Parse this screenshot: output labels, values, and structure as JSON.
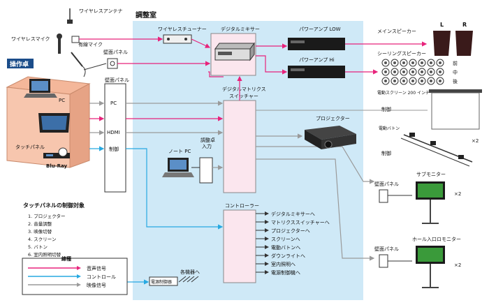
{
  "control_room": {
    "title": "調整室"
  },
  "operation_desk": {
    "title": "操作卓",
    "pc": "PC",
    "touch_panel": "タッチパネル",
    "bluray": "Blu-Ray"
  },
  "sources": {
    "wireless_antenna": "ワイヤレスアンテナ",
    "wireless_mic": "ワイヤレスマイク",
    "wired_mic": "有線マイク",
    "wall_panel_1": "壁面パネル",
    "wall_panel_2": "壁面パネル"
  },
  "wall_panel_column": {
    "pc": "PC",
    "hdmi": "HDMI",
    "control": "制御"
  },
  "equipment": {
    "wireless_tuner": "ワイヤレスチューナー",
    "digital_mixer": "デジタルミキサー",
    "power_amp_low": "パワーアンプ LOW",
    "power_amp_hi": "パワーアンプ Hi",
    "matrix_switcher": [
      "デジタルマトリクス",
      "スイッチャー"
    ],
    "projector": "プロジェクター",
    "notebook_pc": "ノート PC",
    "desk_input": [
      "調整卓",
      "入力"
    ],
    "controller": "コントローラー",
    "power_controller": "電源制御器",
    "to_devices": "各機器へ"
  },
  "controller_outputs": [
    "デジタルミキサーへ",
    "マトリクススイッチャーへ",
    "プロジェクターへ",
    "スクリーンへ",
    "電動バトンへ",
    "ダウンライトへ",
    "室内照明へ",
    "電源制御機へ"
  ],
  "hall": {
    "main_speaker": "メインスピーカー",
    "left": "L",
    "right": "R",
    "ceiling_speaker": "シーリングスピーカー",
    "front": "前",
    "middle": "中",
    "rear": "後",
    "screen": "電動スクリーン 200 インチ",
    "control_1": "制御",
    "baton": "電動バトン",
    "x2_baton": "×2",
    "control_2": "制御",
    "sub_monitor": "サブモニター",
    "wall_panel_sub": "壁面パネル",
    "x2_sub": "×2",
    "lobby_monitor": "ホール入口ロモニター",
    "wall_panel_lobby": "壁面パネル",
    "x2_lobby": "×2"
  },
  "touch_panel_targets": {
    "title": "タッチパネルの制御対象",
    "items": [
      "1. プロジェクター",
      "2. 音量調整",
      "3. 映像切替",
      "4. スクリーン",
      "5. バトン",
      "6. 室内照明切替"
    ]
  },
  "legend": {
    "title": "線種",
    "items": [
      {
        "label": "音声信号",
        "color": "#e8237b"
      },
      {
        "label": "コントロール",
        "color": "#27a9e1"
      },
      {
        "label": "映像信号",
        "color": "#9a9a9a"
      }
    ]
  },
  "colors": {
    "audio": "#e8237b",
    "control": "#27a9e1",
    "video": "#9a9a9a",
    "room": "#cfe9f7",
    "pinkbox": "#fbe6ee"
  }
}
